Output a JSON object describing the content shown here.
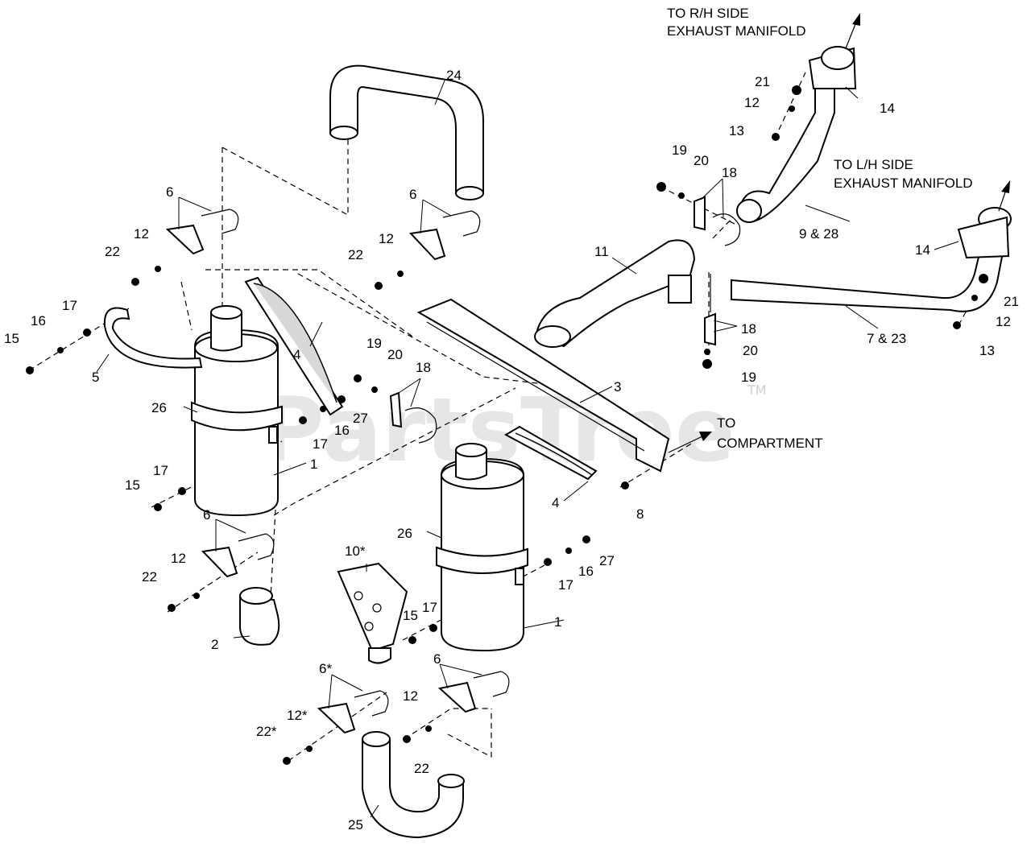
{
  "watermark": {
    "text": "PartsTree",
    "tm": "TM"
  },
  "notes": {
    "rh_line1": "TO R/H SIDE",
    "rh_line2": "EXHAUST MANIFOLD",
    "lh_line1": "TO L/H SIDE",
    "lh_line2": "EXHAUST MANIFOLD",
    "comp_line1": "TO",
    "comp_line2": "COMPARTMENT"
  },
  "callouts": [
    "24",
    "6",
    "12",
    "22",
    "6",
    "12",
    "22",
    "17",
    "16",
    "15",
    "5",
    "4",
    "19",
    "20",
    "18",
    "26",
    "16",
    "27",
    "17",
    "1",
    "17",
    "15",
    "6",
    "12",
    "22",
    "2",
    "11",
    "3",
    "4",
    "8",
    "10*",
    "26",
    "17",
    "16",
    "27",
    "17",
    "15",
    "1",
    "6*",
    "12*",
    "22*",
    "6",
    "12",
    "22",
    "25",
    "21",
    "12",
    "13",
    "14",
    "19",
    "20",
    "18",
    "9 & 28",
    "14",
    "21",
    "12",
    "13",
    "18",
    "20",
    "19",
    "7 & 23"
  ]
}
